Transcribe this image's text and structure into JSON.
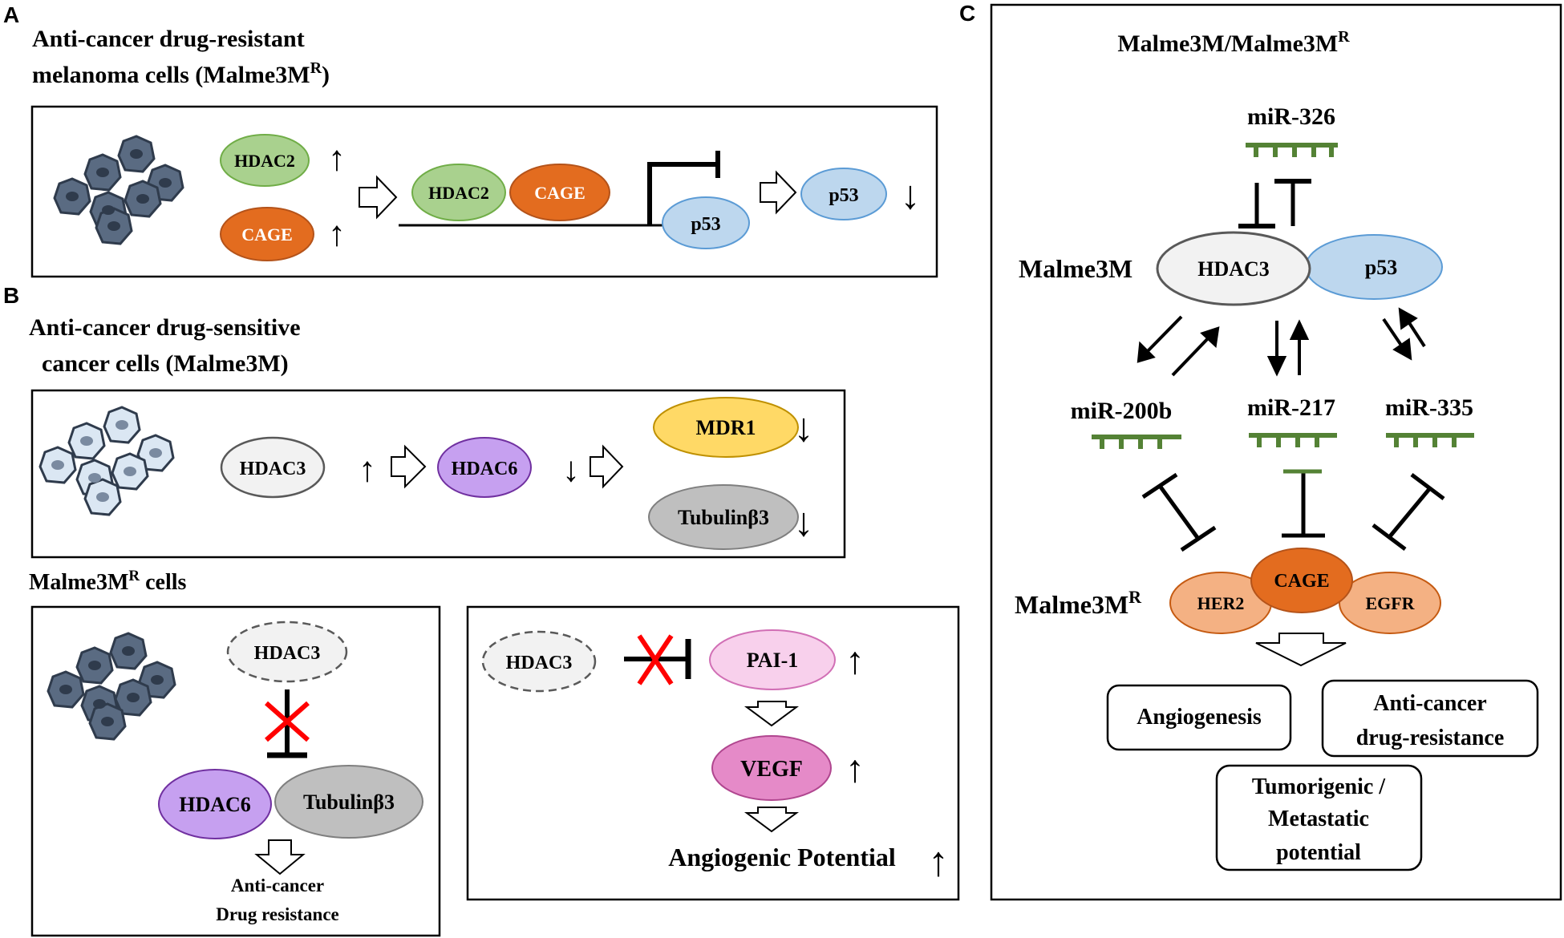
{
  "panel_a": {
    "letter": "A",
    "title_line1": "Anti-cancer drug-resistant",
    "title_line2_pre": "melanoma cells (Malme3M",
    "title_line2_sup": "R",
    "title_line2_post": ")",
    "hdac2": "HDAC2",
    "cage": "CAGE",
    "complex_hdac2": "HDAC2",
    "complex_cage": "CAGE",
    "p53_gene": "p53",
    "p53_protein": "p53",
    "up_arrow": "↑",
    "down_arrow": "↓"
  },
  "panel_b": {
    "letter": "B",
    "title_line1": "Anti-cancer drug-sensitive",
    "title_line2": "cancer cells (Malme3M)",
    "hdac3": "HDAC3",
    "hdac6": "HDAC6",
    "mdr1": "MDR1",
    "tubulin": "Tubulinβ3",
    "resistant_pre": "Malme3M",
    "resistant_sup": "R",
    "resistant_post": " cells",
    "left_box": {
      "hdac3": "HDAC3",
      "hdac6": "HDAC6",
      "tubulin": "Tubulinβ3",
      "outcome_line1": "Anti-cancer",
      "outcome_line2": "Drug resistance"
    },
    "right_box": {
      "hdac3": "HDAC3",
      "pai1": "PAI-1",
      "vegf": "VEGF",
      "outcome": "Angiogenic Potential"
    },
    "up_arrow": "↑",
    "down_arrow": "↓"
  },
  "panel_c": {
    "letter": "C",
    "title_pre": "Malme3M/Malme3M",
    "title_sup": "R",
    "mir326": "miR-326",
    "malme3m_label": "Malme3M",
    "hdac3": "HDAC3",
    "p53": "p53",
    "mir200b": "miR-200b",
    "mir217": "miR-217",
    "mir335": "miR-335",
    "resistant_label_pre": "Malme3M",
    "resistant_label_sup": "R",
    "her2": "HER2",
    "cage": "CAGE",
    "egfr": "EGFR",
    "outcome_angio": "Angiogenesis",
    "outcome_drug_line1": "Anti-cancer",
    "outcome_drug_line2": "drug-resistance",
    "outcome_tumor_line1": "Tumorigenic /",
    "outcome_tumor_line2": "Metastatic",
    "outcome_tumor_line3": "potential"
  },
  "colors": {
    "hdac2_fill": "#a9d18e",
    "hdac2_stroke": "#70ad47",
    "cage_fill": "#e36c1f",
    "cage_stroke": "#b4531a",
    "p53_fill": "#bdd7ee",
    "p53_stroke": "#5b9bd5",
    "hdac3_fill": "#f2f2f2",
    "hdac3_stroke": "#595959",
    "hdac6_fill": "#c6a0f0",
    "hdac6_stroke": "#7030a0",
    "mdr1_fill": "#ffd966",
    "mdr1_stroke": "#bf9000",
    "tubulin_fill": "#bfbfbf",
    "tubulin_stroke": "#7f7f7f",
    "pai1_fill": "#f8d0ec",
    "pai1_stroke": "#d16fb5",
    "vegf_fill": "#e58ac8",
    "vegf_stroke": "#b0468f",
    "her2_fill": "#f4b183",
    "her2_stroke": "#c55a11",
    "mirna": "#548235",
    "red_cross": "#ff0000"
  }
}
